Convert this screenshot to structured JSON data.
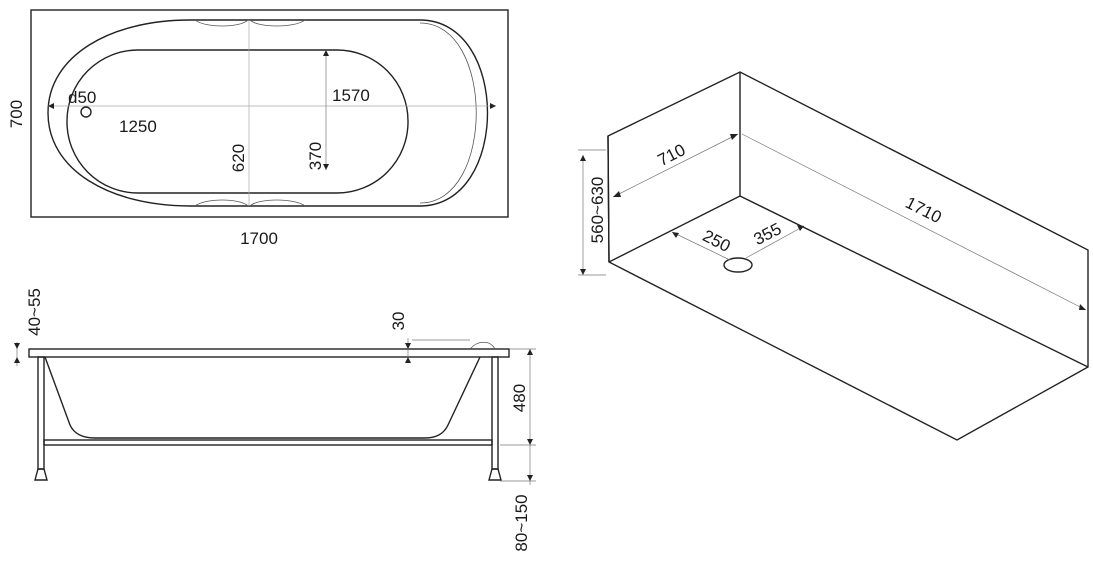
{
  "top_view": {
    "dim_width": "700",
    "dim_drain": "d50",
    "dim_inner_length": "1570",
    "dim_drain_offset": "1250",
    "dim_inner_width": "620",
    "dim_half_width": "370",
    "dim_length": "1700"
  },
  "side_view": {
    "dim_rim_range": "40~55",
    "dim_rim": "30",
    "dim_depth": "480",
    "dim_leg_range": "80~150"
  },
  "iso_view": {
    "dim_width": "710",
    "dim_length": "1710",
    "dim_height_range": "560~630",
    "dim_drain_x": "250",
    "dim_drain_y": "355"
  }
}
